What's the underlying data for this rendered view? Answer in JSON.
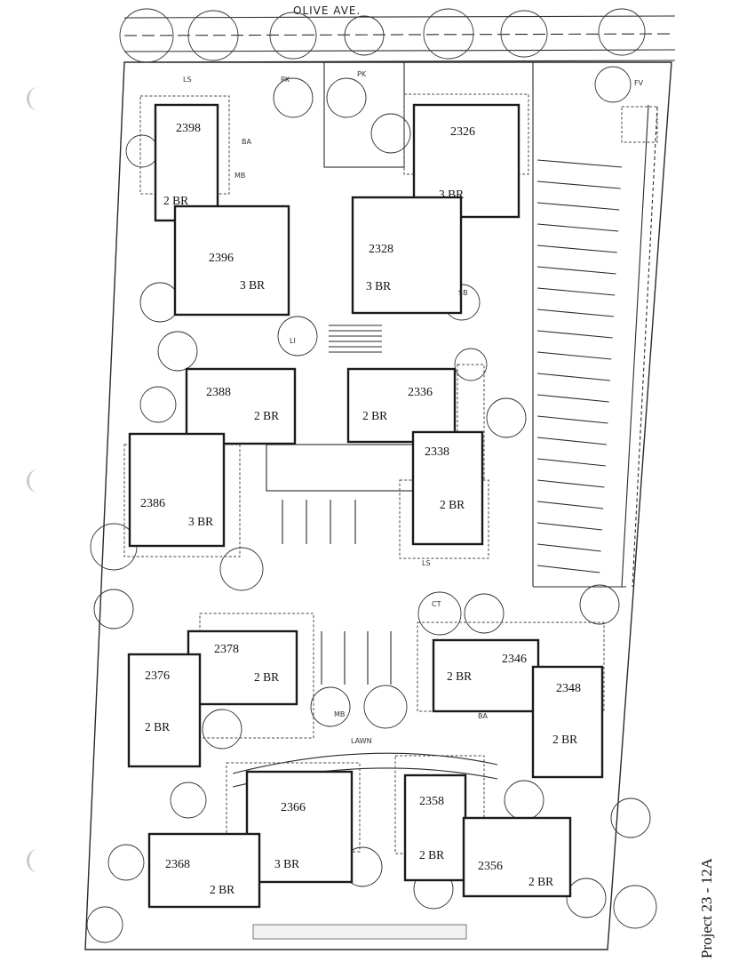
{
  "street_name": "OLIVE AVE.",
  "project_label": "Project 23 - 12A",
  "lawn_label": "LAWN",
  "annotations": [
    "LS",
    "PK",
    "BA",
    "MB",
    "LI",
    "CT",
    "SB",
    "FV",
    "PK",
    "LS",
    "BA",
    "MB"
  ],
  "units": [
    {
      "number": "2398",
      "bedrooms": "2 BR"
    },
    {
      "number": "2396",
      "bedrooms": "3 BR"
    },
    {
      "number": "2326",
      "bedrooms": "3 BR"
    },
    {
      "number": "2328",
      "bedrooms": "3 BR"
    },
    {
      "number": "2388",
      "bedrooms": "2 BR"
    },
    {
      "number": "2386",
      "bedrooms": "3 BR"
    },
    {
      "number": "2336",
      "bedrooms": "2 BR"
    },
    {
      "number": "2338",
      "bedrooms": "2 BR"
    },
    {
      "number": "2378",
      "bedrooms": "2 BR"
    },
    {
      "number": "2376",
      "bedrooms": "2 BR"
    },
    {
      "number": "2346",
      "bedrooms": "2 BR"
    },
    {
      "number": "2348",
      "bedrooms": "2 BR"
    },
    {
      "number": "2366",
      "bedrooms": "3 BR"
    },
    {
      "number": "2368",
      "bedrooms": "2 BR"
    },
    {
      "number": "2358",
      "bedrooms": "2 BR"
    },
    {
      "number": "2356",
      "bedrooms": "2 BR"
    }
  ]
}
